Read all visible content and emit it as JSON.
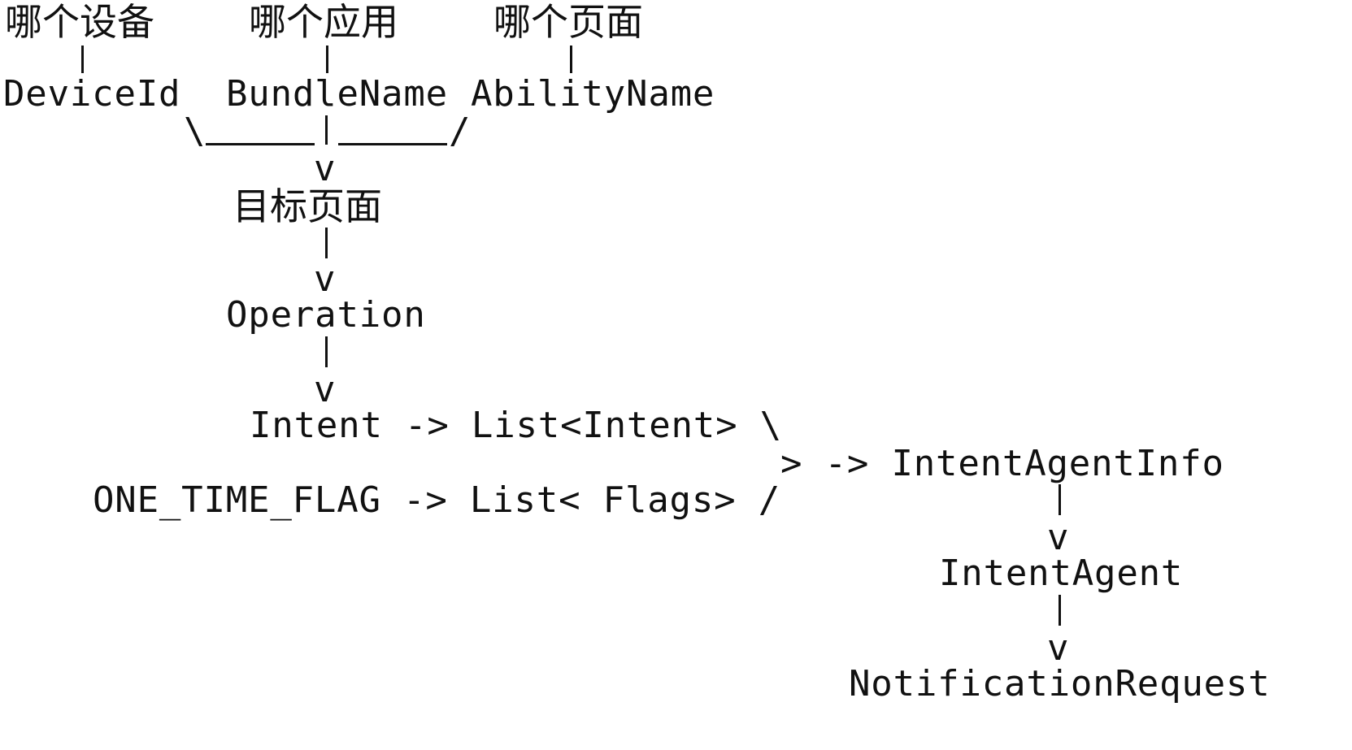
{
  "top_labels": {
    "device": "哪个设备",
    "app": "哪个应用",
    "page": "哪个页面"
  },
  "ids": {
    "device_id": "DeviceId",
    "bundle_name": "BundleName",
    "ability_name": "AbilityName"
  },
  "flow": {
    "target_page": "目标页面",
    "operation": "Operation",
    "intent_row": "Intent -> List<Intent> \\",
    "merge_row": "> -> IntentAgentInfo",
    "flag_row": "ONE_TIME_FLAG -> List< Flags> /",
    "intent_agent": "IntentAgent",
    "notification_request": "NotificationRequest"
  },
  "glyphs": {
    "backslash": "\\",
    "slash": "/",
    "down_arrow": "v"
  }
}
